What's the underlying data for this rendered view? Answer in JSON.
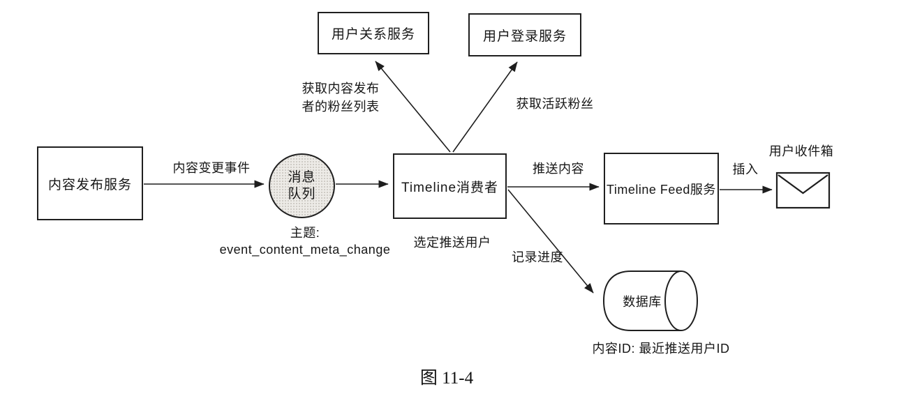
{
  "figure": {
    "caption": "图 11-4"
  },
  "nodes": {
    "user_relation_service": {
      "label": "用户关系服务"
    },
    "user_login_service": {
      "label": "用户登录服务"
    },
    "content_publish_service": {
      "label": "内容发布服务"
    },
    "message_queue": {
      "line1": "消息",
      "line2": "队列",
      "topic_title": "主题:",
      "topic_value": "event_content_meta_change"
    },
    "timeline_consumer": {
      "label": "Timeline消费者",
      "note": "选定推送用户"
    },
    "timeline_feed_service": {
      "label": "Timeline Feed服务"
    },
    "user_inbox": {
      "label": "用户收件箱"
    },
    "database": {
      "label": "数据库",
      "note": "内容ID: 最近推送用户ID"
    }
  },
  "edges": {
    "content_change_event": {
      "label": "内容变更事件"
    },
    "get_publisher_fans": {
      "label_line1": "获取内容发布",
      "label_line2": "者的粉丝列表"
    },
    "get_active_fans": {
      "label": "获取活跃粉丝"
    },
    "push_content": {
      "label": "推送内容"
    },
    "record_progress": {
      "label": "记录进度"
    },
    "insert": {
      "label": "插入"
    }
  },
  "colors": {
    "line": "#1e1e1e",
    "text": "#161616",
    "queue_fill": "#edebe7",
    "background": "#ffffff"
  }
}
